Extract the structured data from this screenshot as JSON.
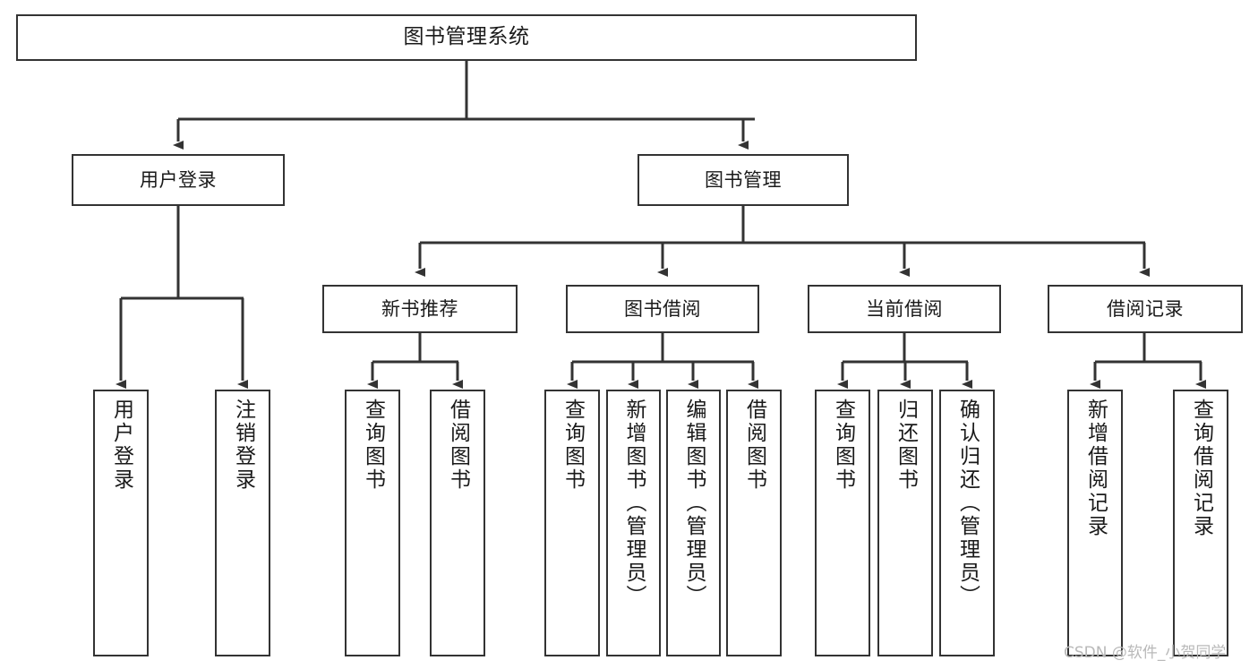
{
  "diagram": {
    "title": "图书管理系统",
    "type": "tree-hierarchy",
    "watermark": "CSDN @软件_小贺同学",
    "root": {
      "id": "root",
      "label": "图书管理系统"
    },
    "level2": [
      {
        "id": "user-login",
        "label": "用户登录"
      },
      {
        "id": "book-manage",
        "label": "图书管理"
      }
    ],
    "level3": [
      {
        "id": "new-book-rec",
        "label": "新书推荐",
        "parent": "book-manage"
      },
      {
        "id": "book-borrow",
        "label": "图书借阅",
        "parent": "book-manage"
      },
      {
        "id": "current-borrow",
        "label": "当前借阅",
        "parent": "book-manage"
      },
      {
        "id": "borrow-record",
        "label": "借阅记录",
        "parent": "book-manage"
      }
    ],
    "leaves": [
      {
        "id": "leaf-user-login",
        "label": "用户登录",
        "parent": "user-login"
      },
      {
        "id": "leaf-user-logout",
        "label": "注销登录",
        "parent": "user-login"
      },
      {
        "id": "leaf-query-book-1",
        "label": "查询图书",
        "parent": "new-book-rec"
      },
      {
        "id": "leaf-borrow-book-1",
        "label": "借阅图书",
        "parent": "new-book-rec"
      },
      {
        "id": "leaf-query-book-2",
        "label": "查询图书",
        "parent": "book-borrow"
      },
      {
        "id": "leaf-add-book",
        "label": "新增图书（管理员）",
        "parent": "book-borrow"
      },
      {
        "id": "leaf-edit-book",
        "label": "编辑图书（管理员）",
        "parent": "book-borrow"
      },
      {
        "id": "leaf-borrow-book-2",
        "label": "借阅图书",
        "parent": "book-borrow"
      },
      {
        "id": "leaf-query-book-3",
        "label": "查询图书",
        "parent": "current-borrow"
      },
      {
        "id": "leaf-return-book",
        "label": "归还图书",
        "parent": "current-borrow"
      },
      {
        "id": "leaf-confirm-return",
        "label": "确认归还（管理员）",
        "parent": "current-borrow"
      },
      {
        "id": "leaf-add-record",
        "label": "新增借阅记录",
        "parent": "borrow-record"
      },
      {
        "id": "leaf-query-record",
        "label": "查询借阅记录",
        "parent": "borrow-record"
      }
    ],
    "colors": {
      "stroke": "#333333",
      "fill": "#ffffff",
      "text": "#1a1a1a",
      "watermark": "#b9b9b9"
    }
  }
}
